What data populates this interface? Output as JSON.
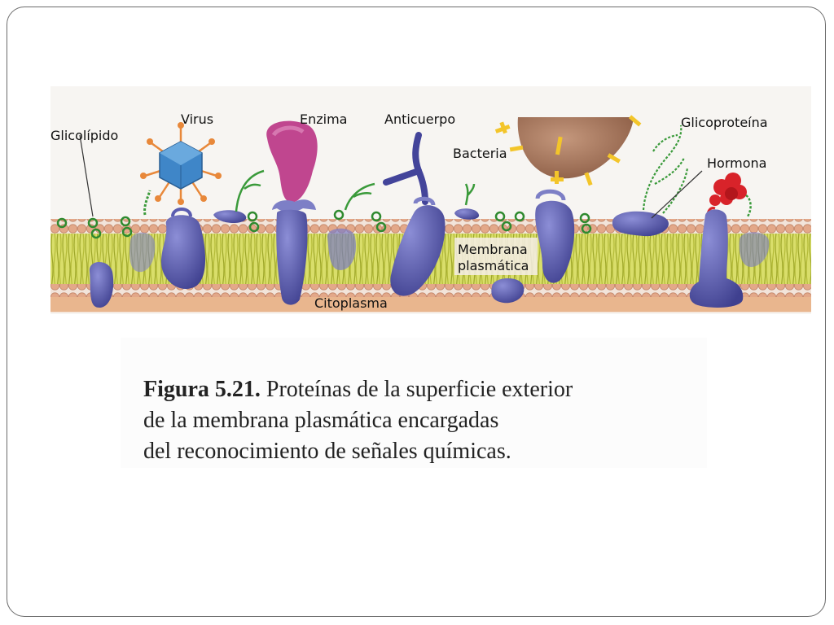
{
  "figure": {
    "labels": {
      "glicolipido": "Glicolípido",
      "virus": "Virus",
      "enzima": "Enzima",
      "anticuerpo": "Anticuerpo",
      "bacteria": "Bacteria",
      "glicoproteina": "Glicoproteína",
      "hormona": "Hormona",
      "membrana_line1": "Membrana",
      "membrana_line2": "plasmática",
      "citoplasma": "Citoplasma"
    },
    "colors": {
      "protein": "#5a5cb0",
      "lipid_head": "#e0a98a",
      "lipid_tail": "#c8cf4a",
      "enzyme": "#c0468f",
      "virus": "#3f86c8",
      "bacteria": "#a87a5e",
      "hormone": "#d8232a",
      "sugar": "#3a9a3a"
    }
  },
  "caption": {
    "figure_number": "Figura 5.21.",
    "line1_rest": " Proteínas de la superficie exterior",
    "line2": "de la membrana plasmática encargadas",
    "line3": "del reconocimiento de señales químicas."
  }
}
